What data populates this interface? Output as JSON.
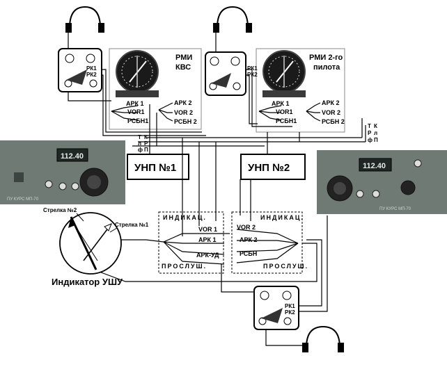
{
  "rmi_left": {
    "title_line1": "РМИ",
    "title_line2": "КВС"
  },
  "rmi_right": {
    "title_line1": "РМИ 2-го",
    "title_line2": "пилота"
  },
  "rmi_left_switch": {
    "ark1": "АРК 1",
    "vor1": "VOR1",
    "rsbn1": "РСБН1",
    "ark2": "АРК 2",
    "vor2": "VOR 2",
    "rsbn2": "РСБН 2"
  },
  "rmi_right_switch": {
    "ark1": "АРК 1",
    "vor1": "VOR1",
    "rsbn1": "РСБН1",
    "ark2": "АРК 2",
    "vor2": "VOR 2",
    "rsbn2": "РСБН 2"
  },
  "control_panels": {
    "rk1": "РК1",
    "rk2": "РК2"
  },
  "tkfp": {
    "t": "Т",
    "k": "К",
    "l": "л",
    "r": "Р",
    "f": "ф",
    "p": "П"
  },
  "unp1": {
    "label": "УНП №1"
  },
  "unp2": {
    "label": "УНП №2"
  },
  "radio_left": {
    "freq": "112.40",
    "plate": "ПУ КУРС МП-70"
  },
  "radio_right": {
    "freq": "112.40",
    "plate": "ПУ КУРС МП-70"
  },
  "indicator": {
    "arrow2": "Стрелка №2",
    "arrow1": "Стрелка №1",
    "title": "Индикатор УШУ"
  },
  "switch_left": {
    "top": "ИНДИКАЦ.",
    "bottom": "ПРОСЛУШ.",
    "vor1": "VOR 1",
    "ark1": "АРК 1",
    "arkud": "АРК-УД"
  },
  "switch_right": {
    "top": "ИНДИКАЦ.",
    "bottom": "ПРОСЛУШ.",
    "vor2": "VOR 2",
    "ark2": "АРК 2",
    "rsbn": "РСБН"
  }
}
